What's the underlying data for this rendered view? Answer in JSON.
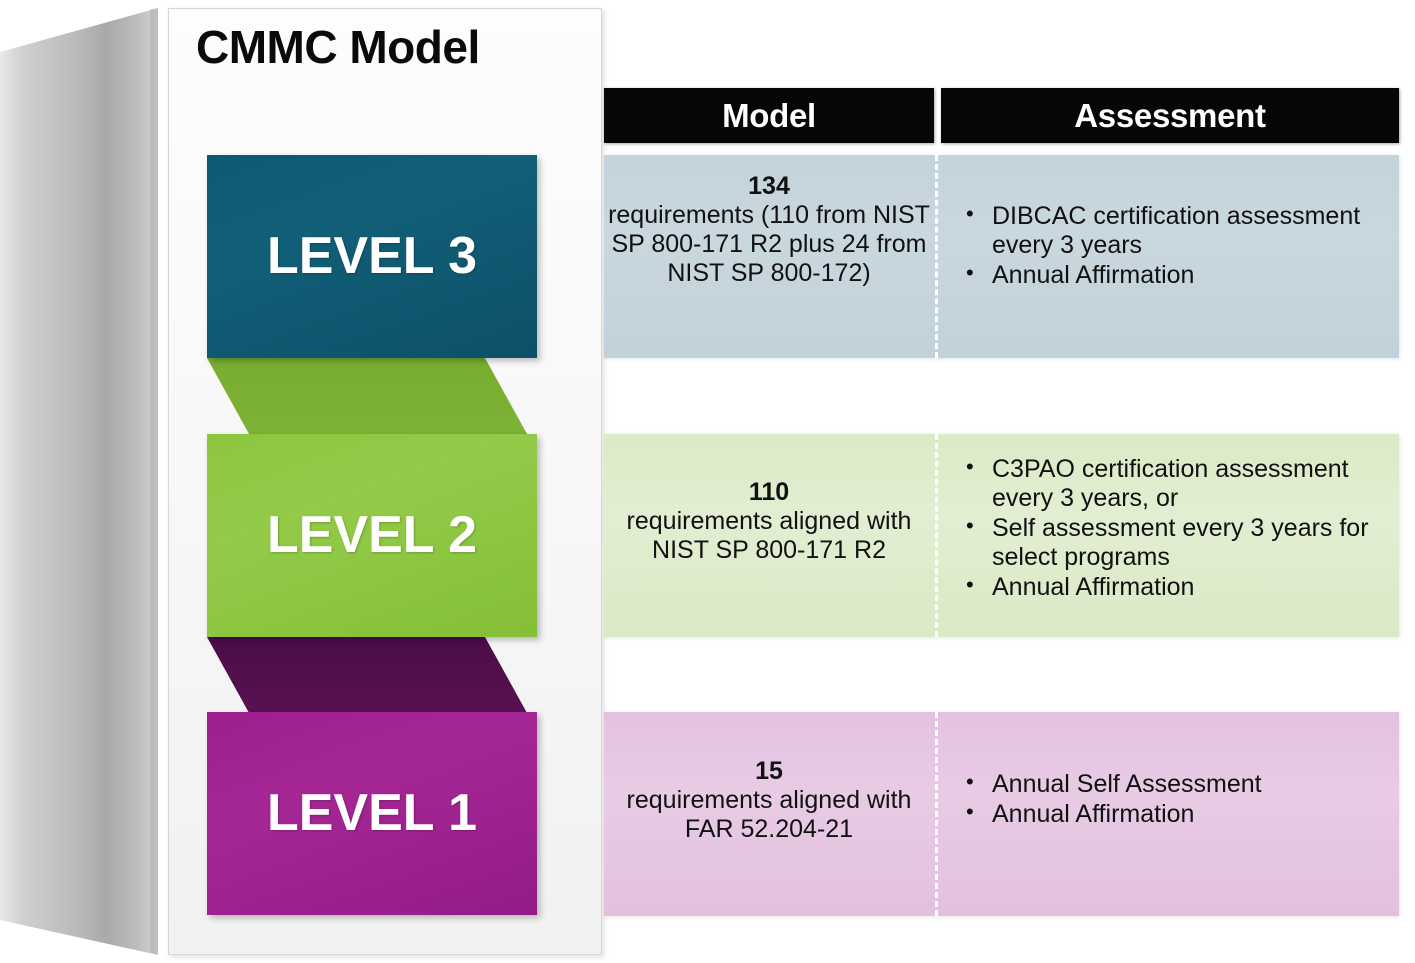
{
  "card": {
    "title": "CMMC Model"
  },
  "header": {
    "model_label": "Model",
    "assessment_label": "Assessment"
  },
  "colors": {
    "level3": "#0d5a73",
    "level2": "#8cc63e",
    "level1": "#9c1f8e",
    "level3_band": "#c6d5dc",
    "level2_band": "#dfecca",
    "level1_band": "#e5c6e2",
    "header_bg": "#060606",
    "header_text": "#ffffff"
  },
  "levels": [
    {
      "id": "level-3",
      "label": "LEVEL 3",
      "model": {
        "count": "134",
        "description": "requirements (110 from NIST SP 800-171 R2 plus 24 from NIST SP 800-172)"
      },
      "assessment": [
        "DIBCAC certification assessment every 3 years",
        "Annual Affirmation"
      ]
    },
    {
      "id": "level-2",
      "label": "LEVEL 2",
      "model": {
        "count": "110",
        "description": "requirements aligned with NIST SP 800-171 R2"
      },
      "assessment": [
        "C3PAO certification assessment every 3 years, or",
        "Self assessment every 3 years for select programs",
        "Annual Affirmation"
      ]
    },
    {
      "id": "level-1",
      "label": "LEVEL 1",
      "model": {
        "count": "15",
        "description": "requirements aligned with FAR 52.204-21"
      },
      "assessment": [
        "Annual Self Assessment",
        "Annual Affirmation"
      ]
    }
  ]
}
